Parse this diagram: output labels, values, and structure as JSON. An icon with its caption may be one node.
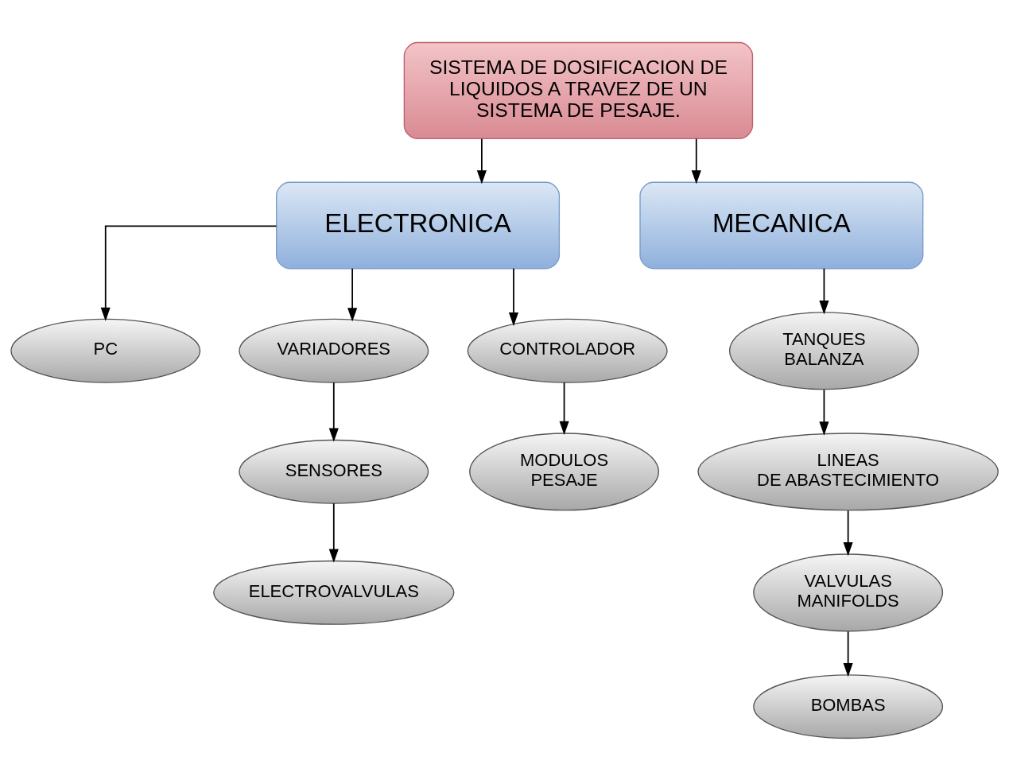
{
  "diagram": {
    "nodes": [
      {
        "text": [
          "SISTEMA DE DOSIFICACION DE LIQUIDOS A TRAVEZ DE UN SISTEMA DE PESAJE."
        ]
      },
      {
        "text": [
          "ELECTRONICA"
        ]
      },
      {
        "text": [
          "MECANICA"
        ]
      },
      {
        "text": [
          "PC"
        ]
      },
      {
        "text": [
          "VARIADORES"
        ]
      },
      {
        "text": [
          "CONTROLADOR"
        ]
      },
      {
        "text": [
          "SENSORES"
        ]
      },
      {
        "text": [
          "MODULOS PESAJE"
        ]
      },
      {
        "text": [
          "ELECTROVALVULAS"
        ]
      },
      {
        "text": [
          "TANQUES BALANZA"
        ]
      },
      {
        "text": [
          "LINEAS DE ABASTECIMIENTO"
        ]
      },
      {
        "text": [
          "VALVULAS MANIFOLDS"
        ]
      },
      {
        "text": [
          "BOMBAS"
        ]
      }
    ],
    "edges": [
      {
        "from": 0,
        "to": 1,
        "arrow": "to"
      },
      {
        "from": 0,
        "to": 2,
        "arrow": "to"
      },
      {
        "from": 1,
        "to": 3,
        "arrow": "to"
      },
      {
        "from": 1,
        "to": 4,
        "arrow": "to"
      },
      {
        "from": 1,
        "to": 5,
        "arrow": "to"
      },
      {
        "from": 4,
        "to": 6,
        "arrow": "to"
      },
      {
        "from": 6,
        "to": 8,
        "arrow": "to"
      },
      {
        "from": 5,
        "to": 7,
        "arrow": "to"
      },
      {
        "from": 2,
        "to": 9,
        "arrow": "to"
      },
      {
        "from": 9,
        "to": 10,
        "arrow": "to"
      },
      {
        "from": 10,
        "to": 11,
        "arrow": "to"
      },
      {
        "from": 11,
        "to": 12,
        "arrow": "to"
      }
    ]
  }
}
